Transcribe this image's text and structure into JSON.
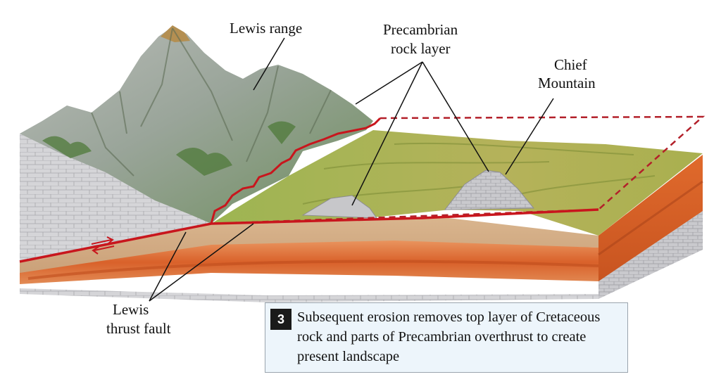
{
  "labels": {
    "lewis_range": "Lewis range",
    "precambrian_line1": "Precambrian",
    "precambrian_line2": "rock layer",
    "chief_line1": "Chief",
    "chief_line2": "Mountain",
    "thrust_line1": "Lewis",
    "thrust_line2": "thrust fault"
  },
  "caption": {
    "step": "3",
    "text": "Subsequent erosion removes top layer of Cretaceous rock and parts of Precambrian overthrust to create present landscape"
  },
  "colors": {
    "fault_red": "#c8161d",
    "sediment_orange": "#dc6a2c",
    "bedrock_gray": "#cfcfd2",
    "grass_green": "#8fae45",
    "caption_bg": "#edf5fb"
  }
}
